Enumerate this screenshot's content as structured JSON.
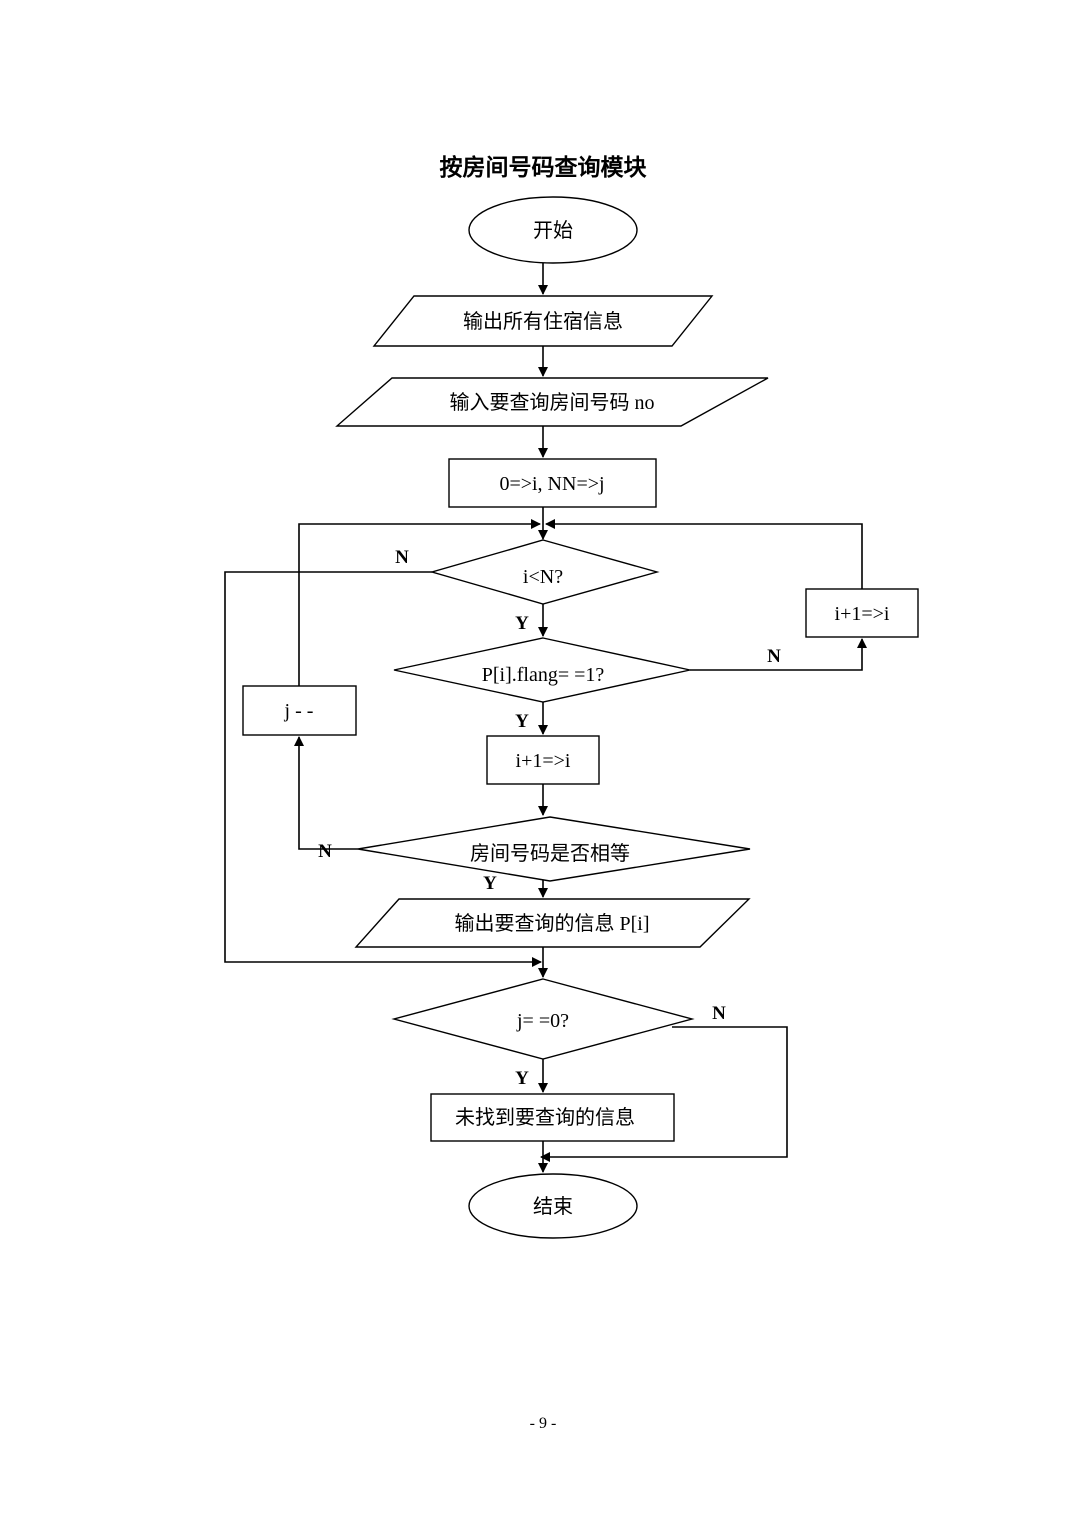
{
  "title": "按房间号码查询模块",
  "nodes": {
    "start": "开始",
    "output_all": "输出所有住宿信息",
    "input_no": "输入要查询房间号码  no",
    "init": "0=>i, NN=>j",
    "cond_i_lt_n": "i<N?",
    "cond_flag": "P[i].flang= =1?",
    "inc_i_right": "i+1=>i",
    "inc_i_mid": "i+1=>i",
    "dec_j": "j - -",
    "cond_room_eq": "房间号码是否相等",
    "output_found": "输出要查询的信息 P[i]",
    "cond_j_zero": "j= =0?",
    "not_found": "未找到要查询的信息",
    "end": "结束"
  },
  "edge_labels": {
    "n_i_lt_n": "N",
    "y_i_lt_n": "Y",
    "n_flag": "N",
    "y_flag": "Y",
    "n_room_eq": "N",
    "y_room_eq": "Y",
    "n_j_zero": "N",
    "y_j_zero": "Y"
  },
  "page_number": "- 9 -"
}
